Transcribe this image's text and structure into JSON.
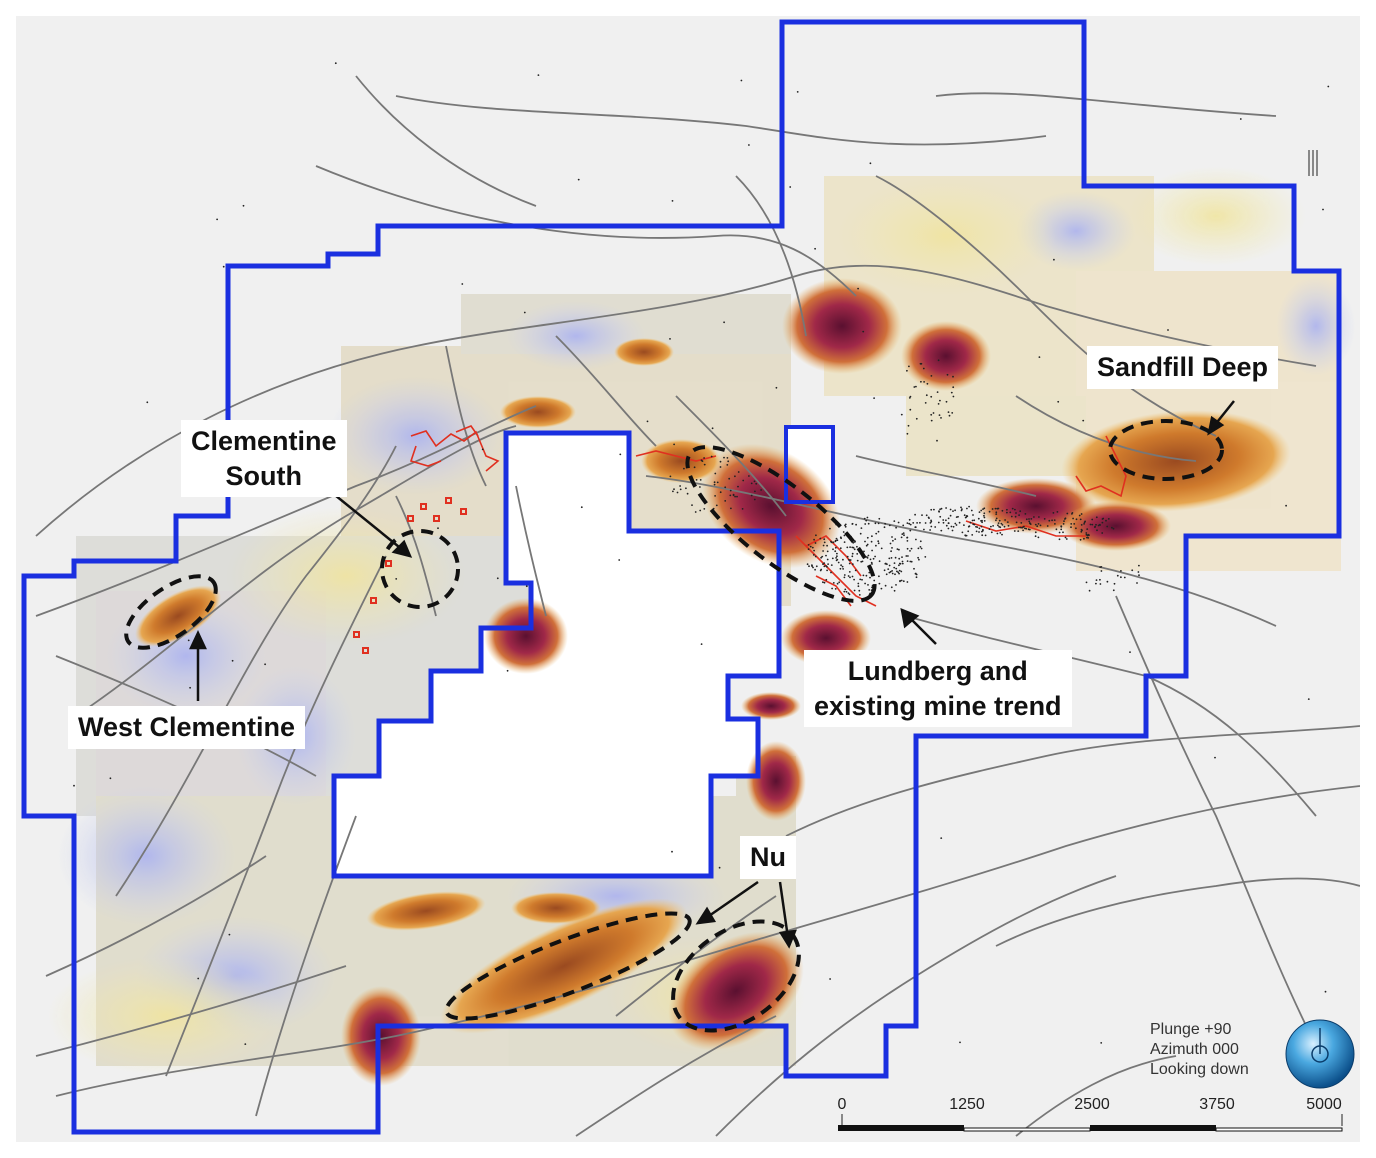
{
  "map": {
    "labels": {
      "clementine_south": [
        "Clementine",
        "South"
      ],
      "west_clementine": "West Clementine",
      "lundberg": [
        "Lundberg and",
        "existing mine trend"
      ],
      "sandfill_deep": "Sandfill Deep",
      "nu": "Nu"
    },
    "view": {
      "plunge": "Plunge +90",
      "azimuth": "Azimuth 000",
      "looking": "Looking down"
    },
    "scale_bar": {
      "ticks": [
        "0",
        "1250",
        "2500",
        "3750",
        "5000"
      ]
    },
    "colors": {
      "boundary": "#1a2fe0",
      "anomaly_core": "#7a1f3a",
      "anomaly_mid": "#c8742a",
      "anomaly_edge": "#e0a040",
      "drill_trace": "#e03020",
      "background_low": "#b8c0f0",
      "background_mid": "#e8e0a8"
    },
    "icons": [
      "compass-ball-icon",
      "north-arrow-icon"
    ]
  }
}
